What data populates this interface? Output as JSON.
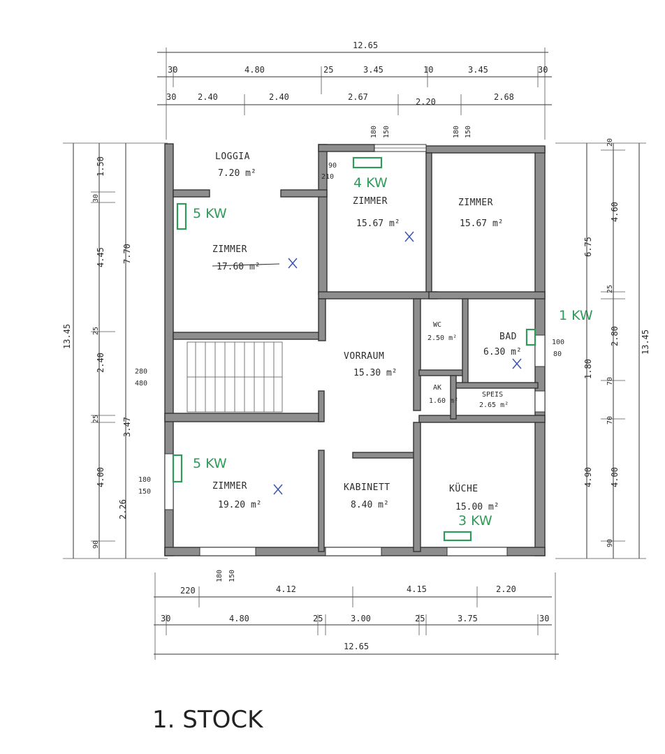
{
  "plan": {
    "title": "1. STOCK",
    "top_dims": {
      "overall": "12.65",
      "row1": [
        "30",
        "4.80",
        "25",
        "3.45",
        "10",
        "3.45",
        "30"
      ],
      "row2": [
        "30",
        "2.40",
        "2.40",
        "2.67",
        "2.20",
        "2.68"
      ]
    },
    "bottom_dims": {
      "overall": "12.65",
      "row1": [
        "30",
        "4.80",
        "25",
        "3.00",
        "25",
        "3.75",
        "30"
      ],
      "row2": [
        "220",
        "4.12",
        "4.15",
        "2.20"
      ]
    },
    "left_dims": {
      "overall": "13.45",
      "inner": [
        "1.50",
        "30",
        "4.45",
        "25",
        "2.40",
        "25",
        "4.00",
        "2.26",
        "90"
      ],
      "mid": [
        "7.70",
        "3.47"
      ]
    },
    "right_dims": {
      "overall": "13.45",
      "inner": [
        "20",
        "4.60",
        "25",
        "2.80",
        "70",
        "1.80",
        "70",
        "4.00",
        "90"
      ],
      "mid": [
        "6.75",
        "4.90"
      ]
    },
    "rooms": [
      {
        "name": "LOGGIA",
        "area": "7.20 m²"
      },
      {
        "name": "ZIMMER",
        "area": "15.67 m²"
      },
      {
        "name": "ZIMMER",
        "area": "15.67 m²"
      },
      {
        "name": "ZIMMER",
        "area": "17.60 m²"
      },
      {
        "name": "VORRAUM",
        "area": "15.30 m²"
      },
      {
        "name": "BAD",
        "area": "6.30 m²"
      },
      {
        "name": "AK",
        "area": "1.60 m²"
      },
      {
        "name": "SPEIS",
        "area": "2.65 m²"
      },
      {
        "name": "ZIMMER",
        "area": "19.20 m²"
      },
      {
        "name": "KABINETT",
        "area": "8.40 m²"
      },
      {
        "name": "KÜCHE",
        "area": "15.00 m²"
      },
      {
        "name": "WC",
        "area": "2.50 m²"
      }
    ],
    "heaters": [
      "4 KW",
      "5 KW",
      "1 KW",
      "5 KW",
      "3 KW"
    ],
    "openings": {
      "window_top": [
        "180",
        "150"
      ],
      "door_small": [
        "90",
        "210"
      ],
      "stair": [
        "280",
        "480"
      ],
      "left_window": [
        "180",
        "150"
      ],
      "right_window": [
        "100",
        "80"
      ],
      "bottom_window": [
        "180",
        "150"
      ]
    }
  }
}
